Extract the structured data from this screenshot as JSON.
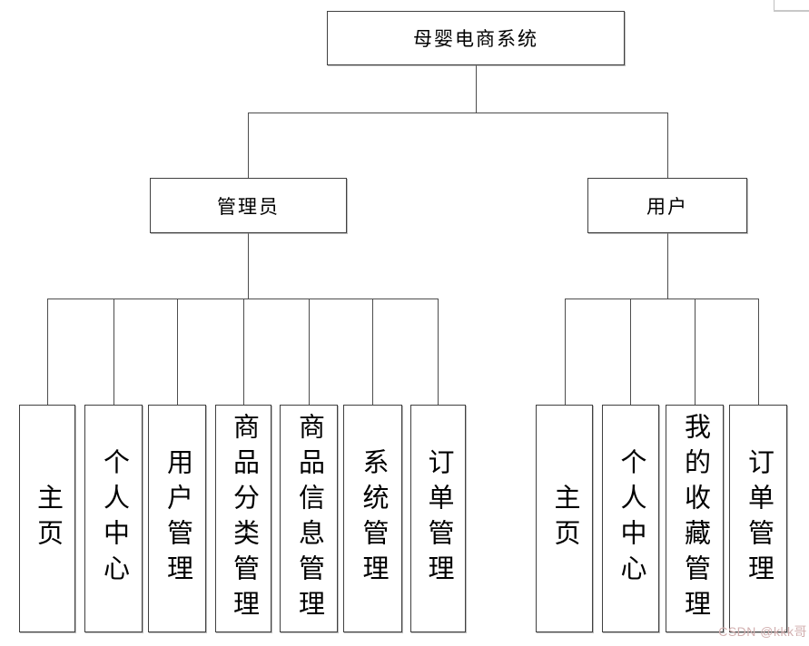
{
  "diagram": {
    "root": {
      "label": "母婴电商系统"
    },
    "branches": [
      {
        "label": "管理员",
        "children": [
          {
            "label": "主页"
          },
          {
            "label": "个人中心"
          },
          {
            "label": "用户管理"
          },
          {
            "label": "商品分类管理"
          },
          {
            "label": "商品信息管理"
          },
          {
            "label": "系统管理"
          },
          {
            "label": "订单管理"
          }
        ]
      },
      {
        "label": "用户",
        "children": [
          {
            "label": "主页"
          },
          {
            "label": "个人中心"
          },
          {
            "label": "我的收藏管理"
          },
          {
            "label": "订单管理"
          }
        ]
      }
    ]
  },
  "watermark": {
    "text": "CSDN @kkk哥",
    "color": "#d2afaf"
  },
  "colors": {
    "background": "#ffffff",
    "box_border": "#404040",
    "connector": "#4d4d4d",
    "text": "#000000",
    "corner_mark": "#c0c0c0"
  }
}
